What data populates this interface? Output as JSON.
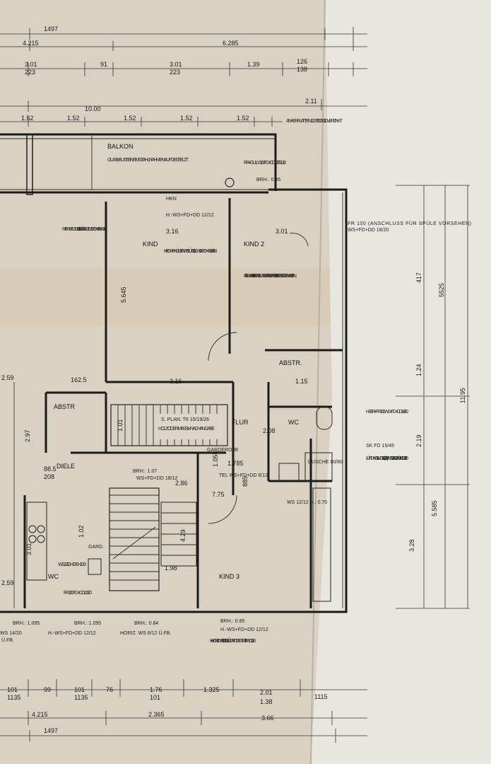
{
  "dimensions": {
    "top_total": "1497",
    "top_row1": [
      "4.215",
      "6.285"
    ],
    "top_row2": [
      "3.01",
      "91",
      "3.01",
      "1.39",
      "126"
    ],
    "top_row2_sub": [
      "223",
      "223",
      "138"
    ],
    "top_row3": [
      "10.00",
      "2.11"
    ],
    "top_row4": [
      "1.52",
      "1.52",
      "1.52",
      "1.52",
      "1.52"
    ],
    "bottom_row1": [
      "101",
      "99",
      "101",
      "76",
      "1.76",
      "1.325",
      "2.01"
    ],
    "bottom_row1_sub": [
      "1135",
      "1135",
      "101",
      "1.38",
      "1115"
    ],
    "bottom_row2": [
      "4.215",
      "2.365",
      "3.66"
    ],
    "bottom_total": "1497",
    "right_vertical": [
      "417",
      "5525",
      "1.24",
      "11.95",
      "2.19",
      "5.585",
      "3.28"
    ],
    "left_vertical": [
      "2.97",
      "2.59",
      "2.59"
    ],
    "interior": [
      "3.16",
      "3.01",
      "5.645",
      "3.16",
      "162.5",
      "88.5",
      "208",
      "1.01",
      "1.055",
      "2.86",
      "1.98",
      "4.29",
      "1.02",
      "3.01",
      "1.15",
      "1.785",
      "885",
      "2.08",
      "7.75"
    ]
  },
  "rooms": {
    "balkon": "BALKON",
    "kind": "KIND",
    "kind2": "KIND 2",
    "kind3": "KIND 3",
    "abstr_left": "ABSTR",
    "abstr_right": "ABSTR.",
    "flur": "FLUR",
    "wc_right": "WC",
    "wc_left": "WC",
    "diele": "DIELE",
    "garderobe": "GARDEROBE"
  },
  "notes": {
    "glasbausteine": "GLASBAUSTEINE IM STAHLRAHMEN AUFGESTELZT",
    "ankerplatten": "ANKERPLATTEN 12 ST. 60/60/10 VERZINKT",
    "gully": "RR+GULLY 100 FD+DD 25/25 1.18",
    "brh": "BRH.: 0.85",
    "hkn": "HKN",
    "fr100": "FR 100 (ANSCHLUSS FÜR SPÜLE VORSEHEN)",
    "fr100b": "WS+FD+DD 18/20",
    "rf": "R+F WS+FD+DD 6/12 IM ÜBERZUG ROHR NW 33",
    "hws": "H.-WS+FD+DD 12/12",
    "rohrhuelse": "H.-ROHRHÜLSE NW 51 LÜBZ., ACHSE- ROHR 19 Ü.FB.",
    "gipswand": "GIPSWAND 10 cm ERSTELLUNG ERST NACH PUTZ- UND FUSSBODENARBEITEN",
    "splan": "S. PLAN: T6 15/19/26",
    "holz": "HOLZ ODER MASSIV NACH ANGABE",
    "heizr": "HEIZR.+ FR 100 WS+FD+DD 18/30",
    "sk": "SK FD 15/45",
    "lueftung": "LÜFTUNG SIMO 15/10(22/17) WS 12/28 AB 2.37 Ü.FB. DD 26/20",
    "dusche": "DUSCHE 80/80",
    "ws1212": "WS 12/12 H.: 0.70",
    "tel": "TEL WS+FD+DD 6/12",
    "brh107": "BRH.: 1.07",
    "wsfd1812": "WS+FD+DD 18/12",
    "gard": "GARD.",
    "ws1212b": "WS 12/12 H.: 0.70 H.: 1.30",
    "fr100c": "FR 100 FD+DD 20/20",
    "brh095": "BRH.: 1.095",
    "brh084": "BRH.: 0.84",
    "brh085b": "BRH.: 0.85",
    "horiz_ws": "HORIZ. WS 6/12 Ü.FB.",
    "hws_bottom": "H.-WS+FD+DD 12/12",
    "h_horiz": "H.- HORIZ. WS 6/13.5 0.59 Ü ZW.-PODEST MIT 2 WD 13/13",
    "hws_left": "H.-WS+FD+DD 12/12",
    "ws1420": "WS 14/20",
    "fb": "Ü.FB."
  }
}
